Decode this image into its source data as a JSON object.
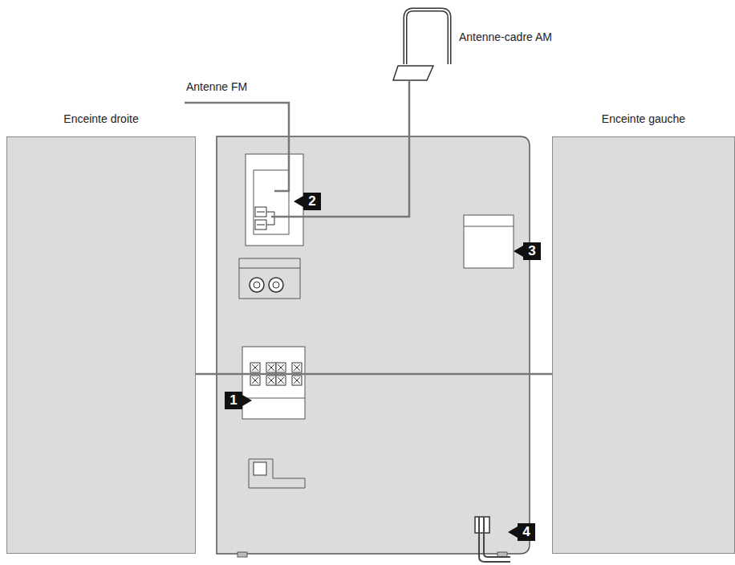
{
  "diagram": {
    "nodes": [
      {
        "text": [
          "Enceinte droite"
        ]
      },
      {
        "text": [
          "Enceinte gauche"
        ]
      }
    ],
    "labels": [
      "Antenne-cadre AM",
      "Antenne FM",
      "2",
      "3",
      "1",
      "4"
    ]
  }
}
